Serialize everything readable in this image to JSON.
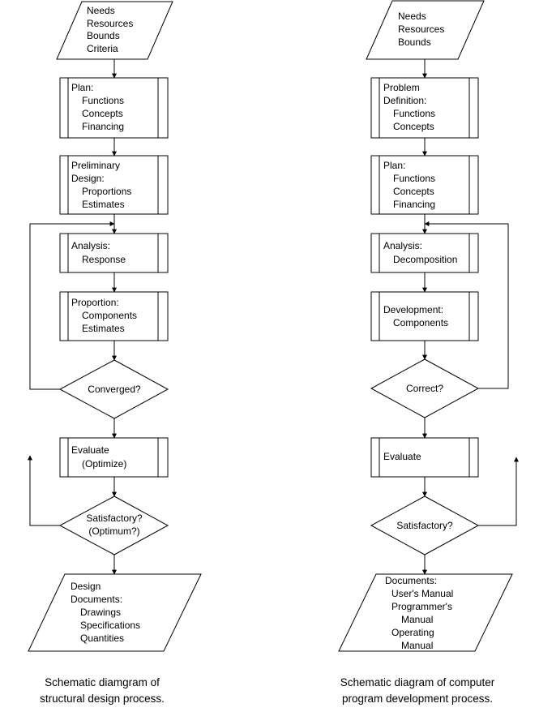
{
  "left": {
    "input": [
      "Needs",
      "Resources",
      "Bounds",
      "Criteria"
    ],
    "plan": [
      "Plan:",
      "Functions",
      "Concepts",
      "Financing"
    ],
    "prelim": [
      "Preliminary",
      "Design:",
      "Proportions",
      "Estimates"
    ],
    "analysis": [
      "Analysis:",
      "Response"
    ],
    "proportion": [
      "Proportion:",
      "Components",
      "Estimates"
    ],
    "converged": "Converged?",
    "evaluate": [
      "Evaluate",
      "(Optimize)"
    ],
    "satisfactory": [
      "Satisfactory?",
      "(Optimum?)"
    ],
    "documents": [
      "Design",
      "Documents:",
      "Drawings",
      "Specifications",
      "Quantities"
    ],
    "caption": [
      "Schematic diamgram of",
      "structural design process."
    ]
  },
  "right": {
    "input": [
      "Needs",
      "Resources",
      "Bounds"
    ],
    "problem": [
      "Problem",
      "Definition:",
      "Functions",
      "Concepts"
    ],
    "plan": [
      "Plan:",
      "Functions",
      "Concepts",
      "Financing"
    ],
    "analysis": [
      "Analysis:",
      "Decomposition"
    ],
    "development": [
      "Development:",
      "Components"
    ],
    "correct": "Correct?",
    "evaluate": "Evaluate",
    "satisfactory": "Satisfactory?",
    "documents": [
      "Documents:",
      "User's Manual",
      "Programmer's",
      "Manual",
      "Operating",
      "Manual"
    ],
    "caption": [
      "Schematic diagram of computer",
      "program development process."
    ]
  }
}
